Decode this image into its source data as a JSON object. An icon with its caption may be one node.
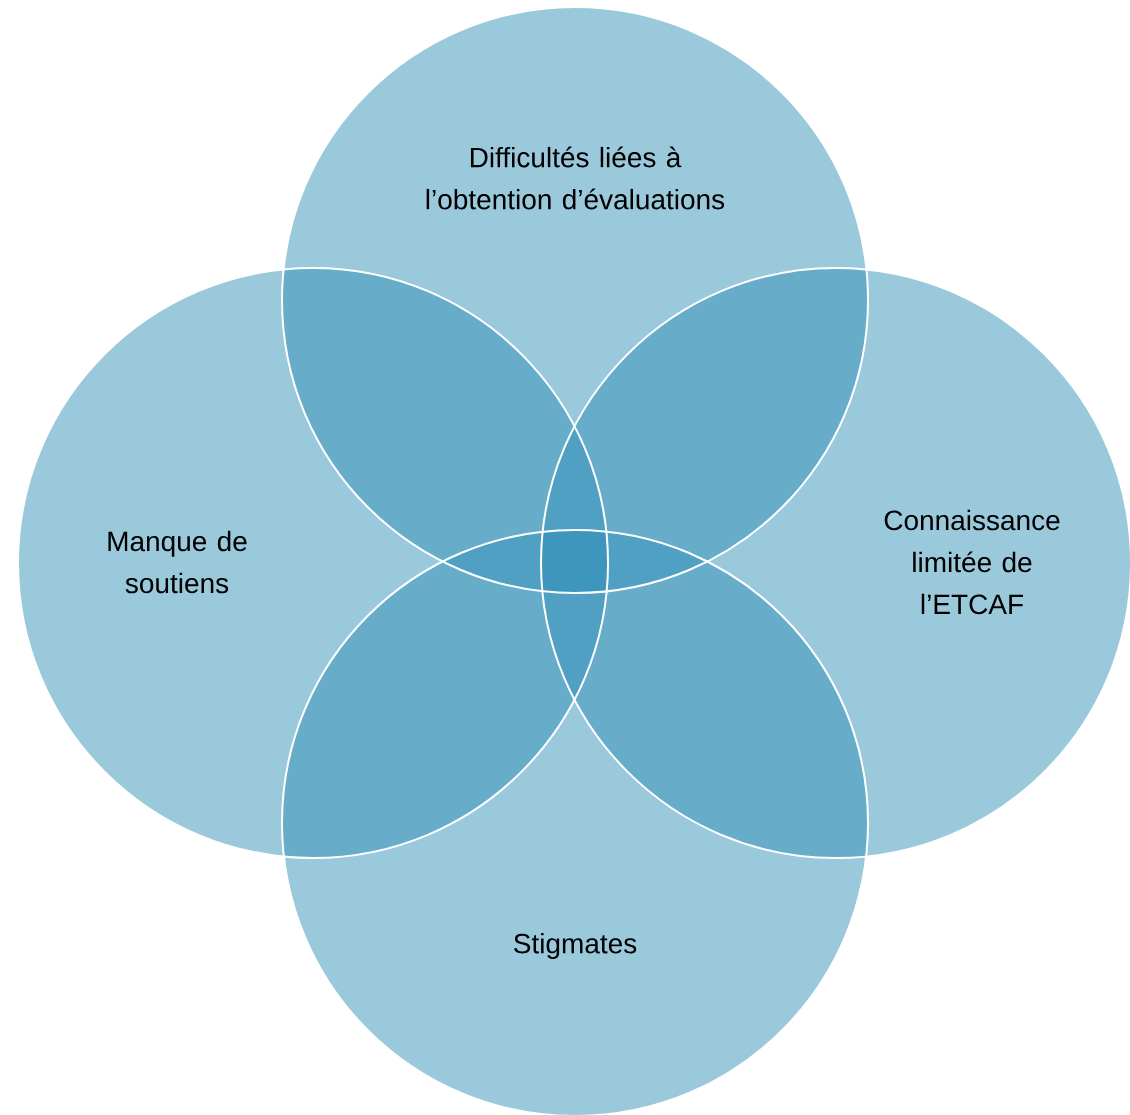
{
  "diagram": {
    "nodes": [
      {
        "text": [
          "Difficultés liées à l’obtention d’évaluations"
        ]
      },
      {
        "text": [
          "Manque de soutiens"
        ]
      },
      {
        "text": [
          "Connaissance limitée de l’ETCAF"
        ]
      },
      {
        "text": [
          "Stigmates"
        ]
      }
    ]
  }
}
